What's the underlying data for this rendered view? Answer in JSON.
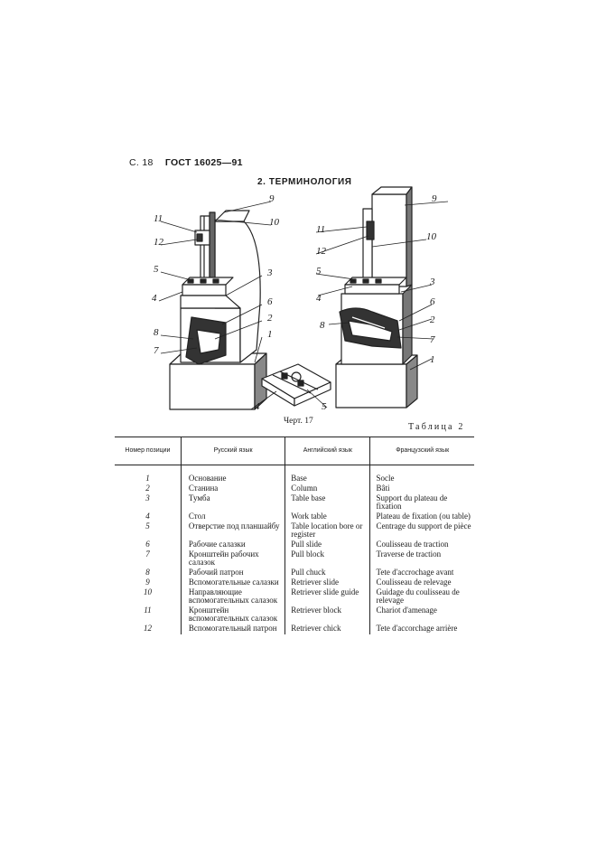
{
  "header": {
    "page_no": "С. 18",
    "standard": "ГОСТ 16025—91"
  },
  "section_title": "2. ТЕРМИНОЛОГИЯ",
  "figure": {
    "caption": "Черт. 17",
    "left_labels": [
      "9",
      "10",
      "11",
      "12",
      "5",
      "3",
      "4",
      "6",
      "2",
      "8",
      "1",
      "7"
    ],
    "right_labels": [
      "9",
      "11",
      "10",
      "12",
      "5",
      "3",
      "4",
      "6",
      "2",
      "8",
      "7",
      "1"
    ],
    "plate_labels": [
      "4",
      "5"
    ]
  },
  "table_label": "Таблица 2",
  "table": {
    "headers": [
      "Номер позиции",
      "Русский язык",
      "Английский язык",
      "Французский язык"
    ],
    "rows": [
      {
        "num": "1",
        "ru": "Основание",
        "en": "Base",
        "fr": "Socle"
      },
      {
        "num": "2",
        "ru": "Станина",
        "en": "Column",
        "fr": "Bâti"
      },
      {
        "num": "3",
        "ru": "Тумба",
        "en": "Table base",
        "fr": "Support du plateau de fixation"
      },
      {
        "num": "4",
        "ru": "Стол",
        "en": "Work table",
        "fr": "Plateau de fixation (ou table)"
      },
      {
        "num": "5",
        "ru": "Отверстие под планшайбу",
        "en": "Table location bore or register",
        "fr": "Centrage du support de pièce"
      },
      {
        "num": "6",
        "ru": "Рабочие салазки",
        "en": "Pull slide",
        "fr": "Coulisseau de traction"
      },
      {
        "num": "7",
        "ru": "Кронштейн рабочих салазок",
        "en": "Pull block",
        "fr": "Traverse de traction"
      },
      {
        "num": "8",
        "ru": "Рабочий патрон",
        "en": "Pull chuck",
        "fr": "Tete d'accrochage avant"
      },
      {
        "num": "9",
        "ru": "Вспомогательные салазки",
        "en": "Retriever slide",
        "fr": "Coulisseau de relevage"
      },
      {
        "num": "10",
        "ru": "Направляющие вспомогательных салазок",
        "en": "Retriever slide guide",
        "fr": "Guidage du coulisseau de relevage"
      },
      {
        "num": "11",
        "ru": "Кронштейн вспомогательных салазок",
        "en": "Retriever block",
        "fr": "Chariot d'amenage"
      },
      {
        "num": "12",
        "ru": "Вспомогательный патрон",
        "en": "Retriever chick",
        "fr": "Tete d'accorchage arrière"
      }
    ]
  }
}
